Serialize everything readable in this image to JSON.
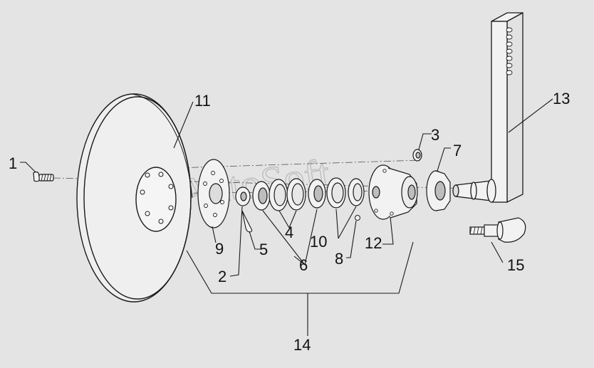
{
  "watermark": "AutoSoft",
  "callouts": [
    "1",
    "2",
    "3",
    "4",
    "5",
    "6",
    "7",
    "8",
    "9",
    "10",
    "11",
    "12",
    "13",
    "14",
    "15"
  ],
  "colors": {
    "background": "#e4e4e4",
    "line": "#1a1a1a",
    "part_fill": "#f2f2f2",
    "shade": "#bdbdbd",
    "watermark": "#b9b9b9"
  }
}
